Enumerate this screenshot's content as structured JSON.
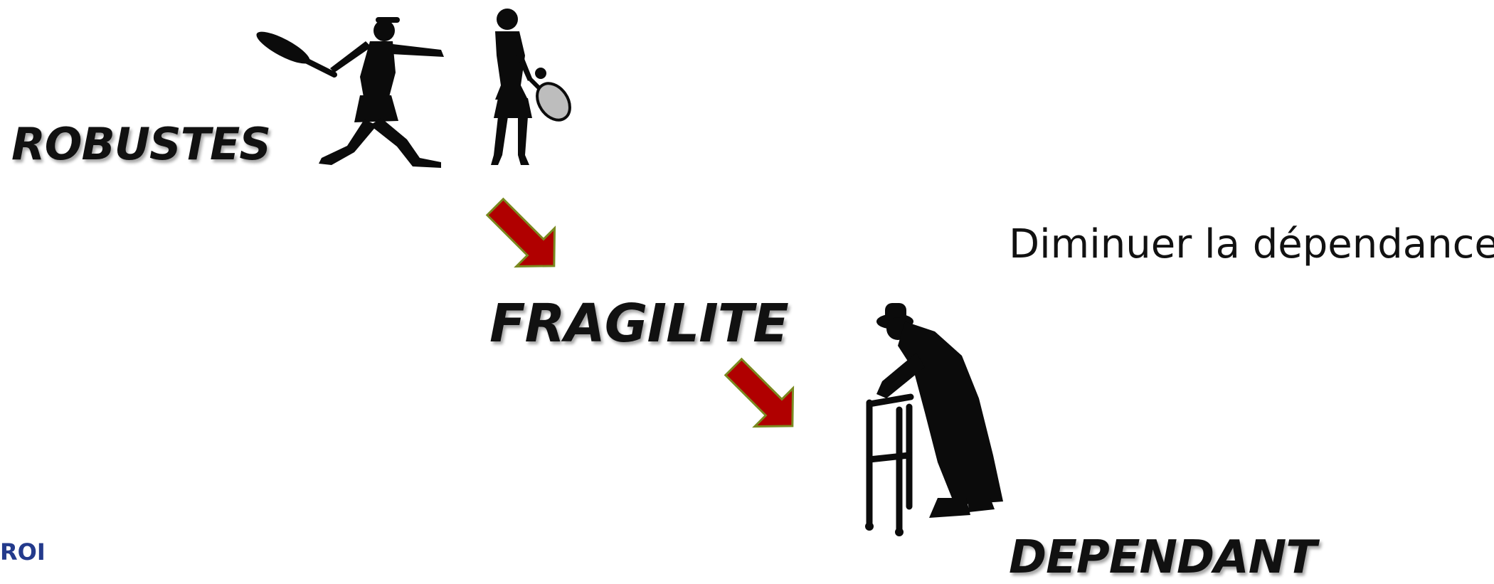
{
  "stages": {
    "robust": "ROBUSTES",
    "frail": "FRAGILITE",
    "dependent": "DEPENDANT"
  },
  "caption": "Diminuer la dépendance",
  "logo_fragment": "ROI",
  "colors": {
    "arrow_fill": "#b00000",
    "arrow_outline": "#7a8a20",
    "silhouette": "#0b0b0b",
    "racket_face": "#bdbdbd",
    "label_text": "#111111",
    "logo_text": "#233a8c"
  },
  "icons": [
    "tennis-player-forehand-icon",
    "tennis-player-standing-icon",
    "elderly-person-walker-icon",
    "arrow-down-right-icon"
  ]
}
